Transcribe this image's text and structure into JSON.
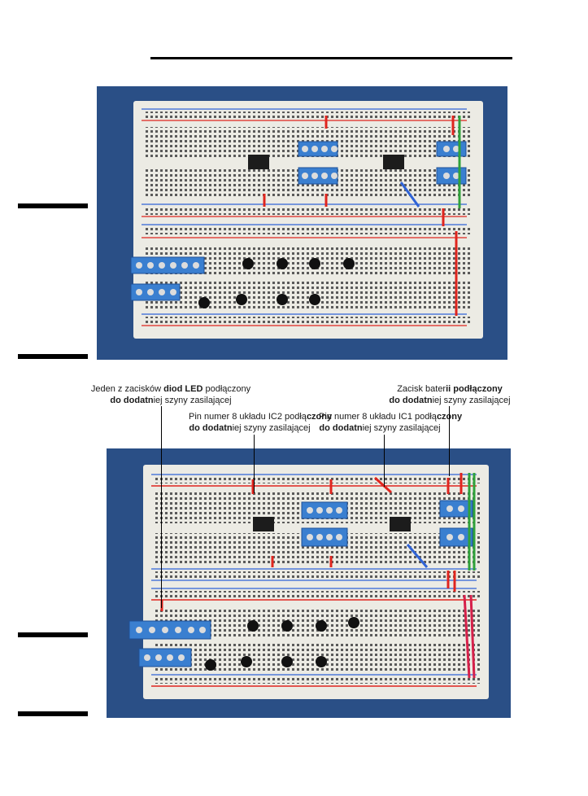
{
  "callouts": [
    {
      "id": "led",
      "l1a": "Jeden z zacisków ",
      "l1b": "diod LED",
      "l1c": " podłączony",
      "l2a": "do dodatn",
      "l2b": "iej szyny zasilającej"
    },
    {
      "id": "ic2",
      "l1a": "Pin numer 8 układu IC2 podłą",
      "l1b": "czony",
      "l2a": "do dodatn",
      "l2b": "iej szyny zasilającej"
    },
    {
      "id": "ic1",
      "l1a": "Pin numer 8 układu IC1 podłą",
      "l1b": "czony",
      "l2a": "do dodatn",
      "l2b": "iej szyny zasilającej"
    },
    {
      "id": "bat",
      "l1a": "Zacisk bater",
      "l1b": "ii podłączony",
      "l2a": "do dodatn",
      "l2b": "iej szyny zasilającej"
    }
  ],
  "colors": {
    "board": "#ecebe4",
    "background": "#2a4f86",
    "terminal": "#3a7fd0",
    "wire_red": "#e0251e",
    "wire_green": "#2fa23a",
    "wire_blue": "#2f63d6"
  }
}
